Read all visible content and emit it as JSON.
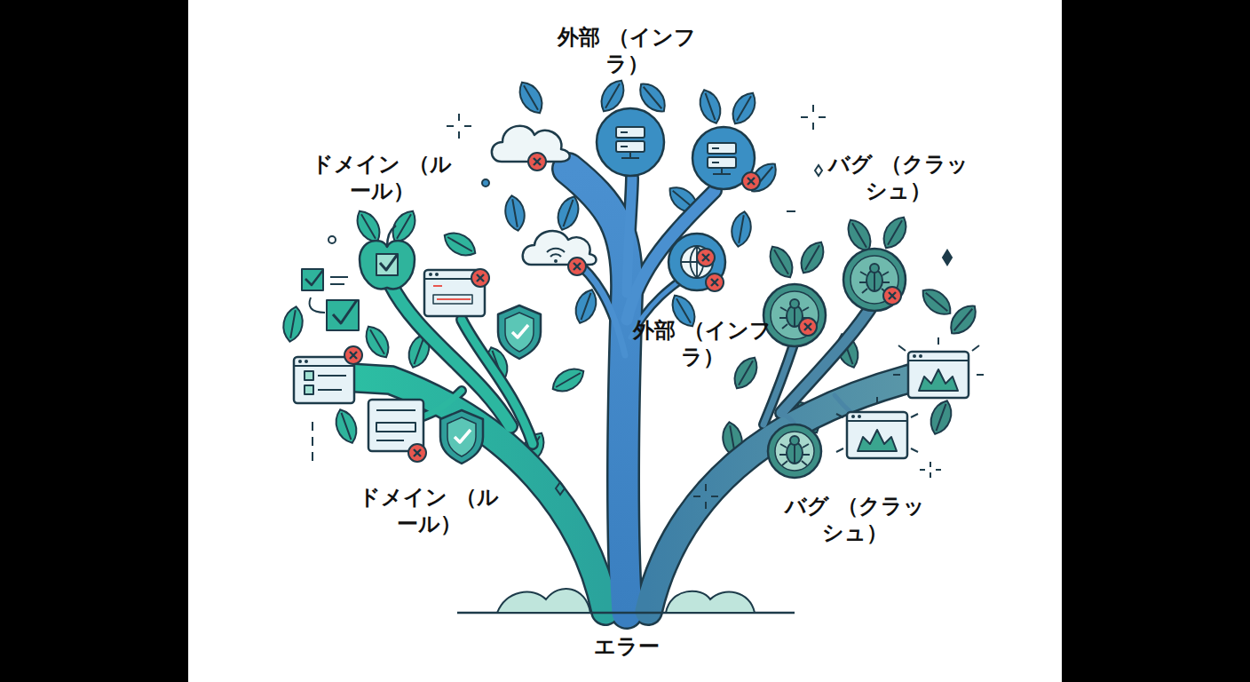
{
  "diagram": {
    "labels": [
      "外部 （インフラ）",
      "ドメイン （ルール）",
      "バグ （クラッシュ）",
      "外部 （インフラ）",
      "ドメイン （ルール）",
      "バグ （クラッシュ）",
      "エラー"
    ]
  }
}
